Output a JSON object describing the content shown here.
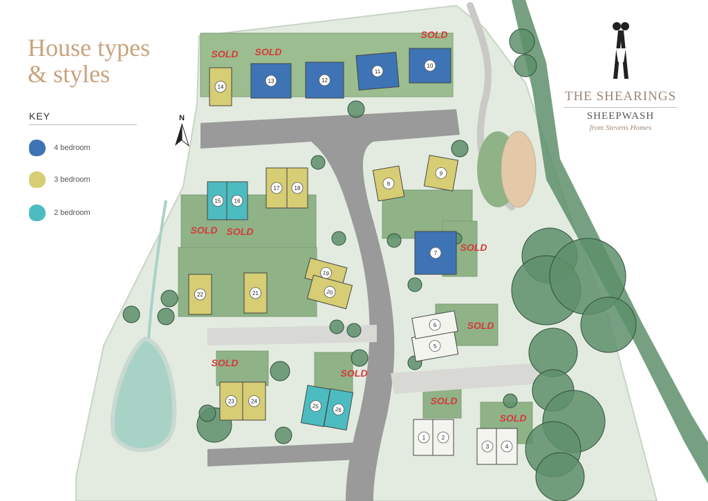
{
  "heading": {
    "line1": "House types",
    "line2": "& styles"
  },
  "key": {
    "title": "KEY",
    "items": [
      {
        "label": "4 bedroom",
        "color": "#3e74b5"
      },
      {
        "label": "3 bedroom",
        "color": "#d6cd74"
      },
      {
        "label": "2 bedroom",
        "color": "#4cbcc0"
      }
    ]
  },
  "brand": {
    "name": "THE SHEARINGS",
    "location": "SHEEPWASH",
    "developer": "from Stevens Homes"
  },
  "compass": {
    "label": "N"
  },
  "sold_label": "SOLD",
  "colors": {
    "four_bed": "#3e74b5",
    "three_bed": "#d6cd74",
    "two_bed": "#4cbcc0",
    "unallocated": "#f4f4ee",
    "garden": "#8fb287",
    "road": "#9a9a9a",
    "pond": "#a8d2c6",
    "trees": "#5e8f6b",
    "sold_text": "#d63a3a"
  },
  "plots": [
    {
      "number": "1",
      "type": "unallocated",
      "sold": true
    },
    {
      "number": "2",
      "type": "unallocated",
      "sold": true
    },
    {
      "number": "3",
      "type": "unallocated",
      "sold": true
    },
    {
      "number": "4",
      "type": "unallocated",
      "sold": true
    },
    {
      "number": "5",
      "type": "unallocated",
      "sold": true
    },
    {
      "number": "6",
      "type": "unallocated",
      "sold": true
    },
    {
      "number": "7",
      "type": "4 bedroom",
      "sold": true
    },
    {
      "number": "8",
      "type": "3 bedroom",
      "sold": false
    },
    {
      "number": "9",
      "type": "3 bedroom",
      "sold": false
    },
    {
      "number": "10",
      "type": "4 bedroom",
      "sold": true
    },
    {
      "number": "11",
      "type": "4 bedroom",
      "sold": false
    },
    {
      "number": "12",
      "type": "4 bedroom",
      "sold": false
    },
    {
      "number": "13",
      "type": "4 bedroom",
      "sold": true
    },
    {
      "number": "14",
      "type": "3 bedroom",
      "sold": true
    },
    {
      "number": "15",
      "type": "2 bedroom",
      "sold": true
    },
    {
      "number": "16",
      "type": "2 bedroom",
      "sold": true
    },
    {
      "number": "17",
      "type": "3 bedroom",
      "sold": false
    },
    {
      "number": "18",
      "type": "3 bedroom",
      "sold": false
    },
    {
      "number": "19",
      "type": "3 bedroom",
      "sold": false
    },
    {
      "number": "20",
      "type": "3 bedroom",
      "sold": false
    },
    {
      "number": "21",
      "type": "3 bedroom",
      "sold": false
    },
    {
      "number": "22",
      "type": "3 bedroom",
      "sold": false
    },
    {
      "number": "23",
      "type": "3 bedroom",
      "sold": true
    },
    {
      "number": "24",
      "type": "3 bedroom",
      "sold": true
    },
    {
      "number": "25",
      "type": "2 bedroom",
      "sold": true
    },
    {
      "number": "26",
      "type": "2 bedroom",
      "sold": true
    }
  ]
}
